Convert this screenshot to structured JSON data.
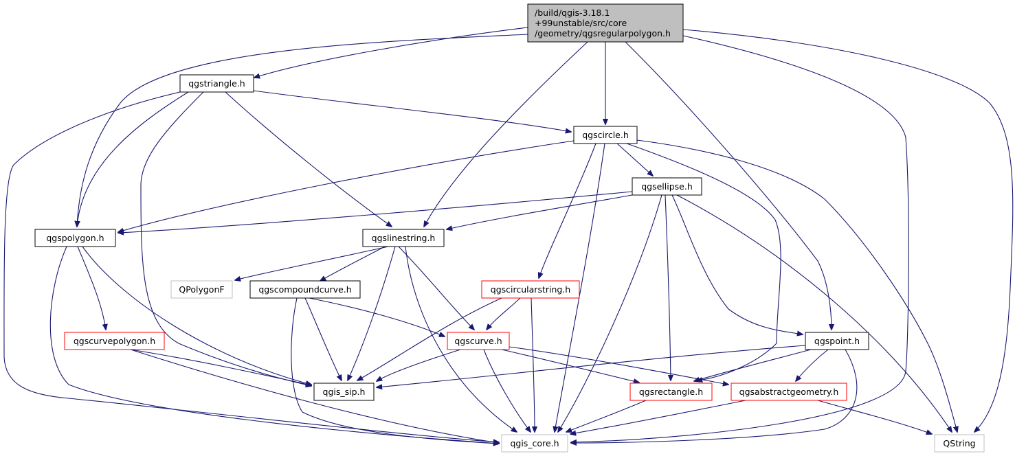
{
  "diagram": {
    "type": "include-dependency-graph",
    "colors": {
      "edge": "#191970",
      "root_fill": "#bfbfbf",
      "root_border": "#000000",
      "normal_border": "#000000",
      "truncated_border": "#ff0000",
      "external_border": "#bfbfbf",
      "external_text": "#000000"
    },
    "nodes": [
      {
        "id": "root",
        "lines": [
          "/build/qgis-3.18.1",
          "+99unstable/src/core",
          "/geometry/qgsregularpolygon.h"
        ],
        "kind": "root"
      },
      {
        "id": "qgstriangle",
        "lines": [
          "qgstriangle.h"
        ],
        "kind": "normal"
      },
      {
        "id": "qgscircle",
        "lines": [
          "qgscircle.h"
        ],
        "kind": "normal"
      },
      {
        "id": "qgsellipse",
        "lines": [
          "qgsellipse.h"
        ],
        "kind": "normal"
      },
      {
        "id": "qgspolygon",
        "lines": [
          "qgspolygon.h"
        ],
        "kind": "normal"
      },
      {
        "id": "qgslinestring",
        "lines": [
          "qgslinestring.h"
        ],
        "kind": "normal"
      },
      {
        "id": "QPolygonF",
        "lines": [
          "QPolygonF"
        ],
        "kind": "external"
      },
      {
        "id": "qgscompoundcurve",
        "lines": [
          "qgscompoundcurve.h"
        ],
        "kind": "normal"
      },
      {
        "id": "qgscircularstring",
        "lines": [
          "qgscircularstring.h"
        ],
        "kind": "truncated"
      },
      {
        "id": "qgscurvepolygon",
        "lines": [
          "qgscurvepolygon.h"
        ],
        "kind": "truncated"
      },
      {
        "id": "qgscurve",
        "lines": [
          "qgscurve.h"
        ],
        "kind": "truncated"
      },
      {
        "id": "qgspoint",
        "lines": [
          "qgspoint.h"
        ],
        "kind": "normal"
      },
      {
        "id": "qgis_sip",
        "lines": [
          "qgis_sip.h"
        ],
        "kind": "normal"
      },
      {
        "id": "qgsrectangle",
        "lines": [
          "qgsrectangle.h"
        ],
        "kind": "truncated"
      },
      {
        "id": "qgsabstractgeometry",
        "lines": [
          "qgsabstractgeometry.h"
        ],
        "kind": "truncated"
      },
      {
        "id": "qgis_core",
        "lines": [
          "qgis_core.h"
        ],
        "kind": "external"
      },
      {
        "id": "QString",
        "lines": [
          "QString"
        ],
        "kind": "external"
      }
    ],
    "edges": [
      [
        "root",
        "qgstriangle"
      ],
      [
        "root",
        "qgscircle"
      ],
      [
        "root",
        "qgspolygon"
      ],
      [
        "root",
        "qgslinestring"
      ],
      [
        "root",
        "qgspoint"
      ],
      [
        "root",
        "qgis_core"
      ],
      [
        "root",
        "QString"
      ],
      [
        "qgstriangle",
        "qgscircle"
      ],
      [
        "qgstriangle",
        "qgspolygon"
      ],
      [
        "qgstriangle",
        "qgslinestring"
      ],
      [
        "qgstriangle",
        "qgis_sip"
      ],
      [
        "qgstriangle",
        "qgis_core"
      ],
      [
        "qgscircle",
        "qgsellipse"
      ],
      [
        "qgscircle",
        "qgspolygon"
      ],
      [
        "qgscircle",
        "qgscircularstring"
      ],
      [
        "qgscircle",
        "qgsrectangle"
      ],
      [
        "qgscircle",
        "qgis_core"
      ],
      [
        "qgscircle",
        "QString"
      ],
      [
        "qgsellipse",
        "qgspolygon"
      ],
      [
        "qgsellipse",
        "qgslinestring"
      ],
      [
        "qgsellipse",
        "qgspoint"
      ],
      [
        "qgsellipse",
        "qgsrectangle"
      ],
      [
        "qgsellipse",
        "qgis_core"
      ],
      [
        "qgsellipse",
        "QString"
      ],
      [
        "qgspolygon",
        "qgscurvepolygon"
      ],
      [
        "qgspolygon",
        "qgis_sip"
      ],
      [
        "qgspolygon",
        "qgis_core"
      ],
      [
        "qgslinestring",
        "QPolygonF"
      ],
      [
        "qgslinestring",
        "qgscompoundcurve"
      ],
      [
        "qgslinestring",
        "qgscurve"
      ],
      [
        "qgslinestring",
        "qgis_sip"
      ],
      [
        "qgslinestring",
        "qgis_core"
      ],
      [
        "qgscompoundcurve",
        "qgscurve"
      ],
      [
        "qgscompoundcurve",
        "qgis_sip"
      ],
      [
        "qgscompoundcurve",
        "qgis_core"
      ],
      [
        "qgscircularstring",
        "qgscurve"
      ],
      [
        "qgscircularstring",
        "qgis_sip"
      ],
      [
        "qgscircularstring",
        "qgis_core"
      ],
      [
        "qgscurvepolygon",
        "qgis_sip"
      ],
      [
        "qgscurvepolygon",
        "qgis_core"
      ],
      [
        "qgscurve",
        "qgis_sip"
      ],
      [
        "qgscurve",
        "qgsrectangle"
      ],
      [
        "qgscurve",
        "qgsabstractgeometry"
      ],
      [
        "qgscurve",
        "qgis_core"
      ],
      [
        "qgspoint",
        "qgis_sip"
      ],
      [
        "qgspoint",
        "qgsrectangle"
      ],
      [
        "qgspoint",
        "qgsabstractgeometry"
      ],
      [
        "qgspoint",
        "qgis_core"
      ],
      [
        "qgsrectangle",
        "qgis_core"
      ],
      [
        "qgsabstractgeometry",
        "qgis_core"
      ],
      [
        "qgsabstractgeometry",
        "QString"
      ]
    ]
  }
}
